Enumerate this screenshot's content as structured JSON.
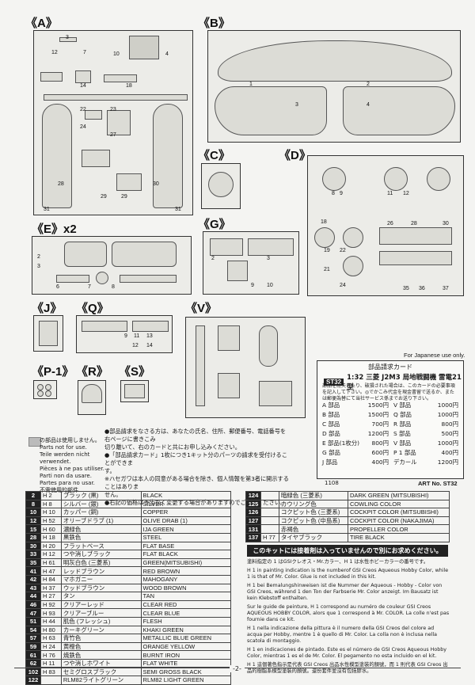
{
  "frames": [
    {
      "id": "A",
      "label": "《A》"
    },
    {
      "id": "B",
      "label": "《B》"
    },
    {
      "id": "C",
      "label": "《C》"
    },
    {
      "id": "D",
      "label": "《D》"
    },
    {
      "id": "E",
      "label": "《E》x2"
    },
    {
      "id": "G",
      "label": "《G》"
    },
    {
      "id": "J",
      "label": "《J》"
    },
    {
      "id": "Q",
      "label": "《Q》"
    },
    {
      "id": "V",
      "label": "《V》"
    },
    {
      "id": "P1",
      "label": "《P-1》"
    },
    {
      "id": "R",
      "label": "《R》"
    },
    {
      "id": "S",
      "label": "《S》"
    }
  ],
  "unused_notes": {
    "jp": "の部品は使用しません。",
    "en": "Parts not for use.",
    "de": "Teile werden nicht verwendet.",
    "fr": "Pièces à ne pas utiliser.",
    "it": "Parti non da usare.",
    "es": "Partes para no usar.",
    "cn": "不需使用的部件"
  },
  "order_notes": [
    "●部品請求をなさる方は、あなたの氏名、住所、郵便番号、電話番号を右ページに書きこみ",
    "切り離いて、右のカードと共にお申し込みください。",
    "●「部品請求カード」1枚につき1キット分のパーツの請求を受付けることができま",
    "す。",
    "※ハセガワは本人の同意がある場合を除き、個人情報を第3者に開示することはありま",
    "せん。",
    "●右記の価格は予告なく変更する場合がありますのでご了承ください。"
  ],
  "japanese_use_only": "For Japanese use only.",
  "order_card": {
    "title": "部品請求カード",
    "kit_code": "ST32",
    "kit_name": "1:32 三菱 J2M3 局地戦闘機 雷電21型",
    "instructions": "部品を紛失したり、破損された場合は、このカードの必要事項を記入して下さい。◎でかこみ代金を現金書留で送るか、または郵便為替にて当社サービス係までお送り下さい。",
    "prices_left": [
      {
        "part": "A 部品",
        "price": "1500円"
      },
      {
        "part": "B 部品",
        "price": "1500円"
      },
      {
        "part": "C 部品",
        "price": "700円"
      },
      {
        "part": "D 部品",
        "price": "1200円"
      },
      {
        "part": "E 部品(1枚分)",
        "price": "800円"
      },
      {
        "part": "G 部品",
        "price": "600円"
      },
      {
        "part": "J 部品",
        "price": "400円"
      }
    ],
    "prices_right": [
      {
        "part": "V 部品",
        "price": "1000円"
      },
      {
        "part": "Q 部品",
        "price": "1000円"
      },
      {
        "part": "R 部品",
        "price": "800円"
      },
      {
        "part": "S 部品",
        "price": "500円"
      },
      {
        "part": "V 部品",
        "price": "1000円"
      },
      {
        "part": "P 1 部品",
        "price": "400円"
      },
      {
        "part": "デカール",
        "price": "1200円"
      }
    ],
    "code_no": "1108",
    "art_no": "ART No. ST32"
  },
  "colors_left": [
    {
      "num": "2",
      "hnum": "H 2",
      "jp": "ブラック (黒)",
      "en": "BLACK"
    },
    {
      "num": "8",
      "hnum": "H 8",
      "jp": "シルバー (銀)",
      "en": "SILVER"
    },
    {
      "num": "10",
      "hnum": "H 10",
      "jp": "カッパー (銅)",
      "en": "COPPER"
    },
    {
      "num": "12",
      "hnum": "H 52",
      "jp": "オリーブドラブ (1)",
      "en": "OLIVE DRAB (1)"
    },
    {
      "num": "15",
      "hnum": "H 60",
      "jp": "濃緑色",
      "en": "IJA GREEN"
    },
    {
      "num": "28",
      "hnum": "H 18",
      "jp": "黒鉄色",
      "en": "STEEL"
    },
    {
      "num": "30",
      "hnum": "H 20",
      "jp": "フラットベース",
      "en": "FLAT BASE"
    },
    {
      "num": "33",
      "hnum": "H 12",
      "jp": "つや消しブラック",
      "en": "FLAT BLACK"
    },
    {
      "num": "35",
      "hnum": "H 61",
      "jp": "明灰白色 (三菱系)",
      "en": "GREEN(MITSUBISHI)"
    },
    {
      "num": "41",
      "hnum": "H 47",
      "jp": "レッドブラウン",
      "en": "RED BROWN"
    },
    {
      "num": "42",
      "hnum": "H 84",
      "jp": "マホガニー",
      "en": "MAHOGANY"
    },
    {
      "num": "43",
      "hnum": "H 37",
      "jp": "ウッドブラウン",
      "en": "WOOD BROWN"
    },
    {
      "num": "44",
      "hnum": "H 27",
      "jp": "タン",
      "en": "TAN"
    },
    {
      "num": "46",
      "hnum": "H 92",
      "jp": "クリアーレッド",
      "en": "CLEAR RED"
    },
    {
      "num": "47",
      "hnum": "H 93",
      "jp": "クリアーブルー",
      "en": "CLEAR BLUE"
    },
    {
      "num": "51",
      "hnum": "H 44",
      "jp": "肌色 (フレッシュ)",
      "en": "FLESH"
    },
    {
      "num": "54",
      "hnum": "H 80",
      "jp": "カーキグリーン",
      "en": "KHAKI GREEN"
    },
    {
      "num": "57",
      "hnum": "H 63",
      "jp": "青竹色",
      "en": "METALLIC BLUE GREEN"
    },
    {
      "num": "59",
      "hnum": "H 24",
      "jp": "黄橙色",
      "en": "ORANGE YELLOW"
    },
    {
      "num": "61",
      "hnum": "H 76",
      "jp": "焼鉄色",
      "en": "BURNT IRON"
    },
    {
      "num": "62",
      "hnum": "H 11",
      "jp": "つや消しホワイト",
      "en": "FLAT WHITE"
    },
    {
      "num": "102",
      "hnum": "H 83",
      "jp": "セミグロスブラック",
      "en": "SEMI GROSS BLACK"
    },
    {
      "num": "122",
      "hnum": "",
      "jp": "RLM82ライトグリーン",
      "en": "RLM82 LIGHT GREEN"
    }
  ],
  "colors_right": [
    {
      "num": "124",
      "hnum": "",
      "jp": "暗緑色 (三菱系)",
      "en": "DARK GREEN (MITSUBISHI)"
    },
    {
      "num": "125",
      "hnum": "",
      "jp": "カウリング色",
      "en": "COWLING COLOR"
    },
    {
      "num": "126",
      "hnum": "",
      "jp": "コクピット色 (三菱系)",
      "en": "COCKPIT COLOR (MITSUBISHI)"
    },
    {
      "num": "127",
      "hnum": "",
      "jp": "コクピット色 (中島系)",
      "en": "COCKPIT COLOR (NAKAJIMA)"
    },
    {
      "num": "131",
      "hnum": "",
      "jp": "赤褐色",
      "en": "PROPELLER COLOR"
    },
    {
      "num": "137",
      "hnum": "H 77",
      "jp": "タイヤブラック",
      "en": "TIRE BLACK"
    }
  ],
  "adhesive_note": "このキットには接着剤は入っていませんので別にお求めください。",
  "paint_notes": [
    "塗料指定の 1 はGSIクレオス・Mr.カラー、H 1 は水性ホビーカラーの番号です。",
    "H 1 in painting indication is the numberof GSI Creos Aqueous Hobby Color, while 1 is that of Mr. Color. Glue is not included in this kit.",
    "H 1 bei Bemalungshinweisen ist die Nummer der Aqueous - Hobby - Color von GSI Creos, während 1 den Ton der Farbserie Mr. Color anzeigt. Im Bausatz ist kein Klebstoff enthalten.",
    "Sur le guide de peinture, H 1 correspond au numéro de couleur GSI Creos AQUEOUS HOBBY COLOR, alors que 1 correspond à Mr. COLOR. La colle n'est pas fournie dans ce kit.",
    "H 1 nella indicazione della pittura è il numero della GSI Creos del colore ad acqua per Hobby, mentre 1 è quello di Mr. Color. La colla non è inclusa nella scatola di montaggio.",
    "H 1 en indicaciones de pintado. Este es el número de GSI Creos Aqueous Hobby Color, mientras 1 es el de Mr. Color. El pegamento no esta incluido en el kit.",
    "H 1 這個著色指示是代表 GSI Creos 出品水性模型塗裝的顏號，而 1 則代表 GSI Creos 出品的樹脂系模型塗裝的顏號。還份套件並沒有包括膠水。"
  ],
  "page_number": "-2-"
}
